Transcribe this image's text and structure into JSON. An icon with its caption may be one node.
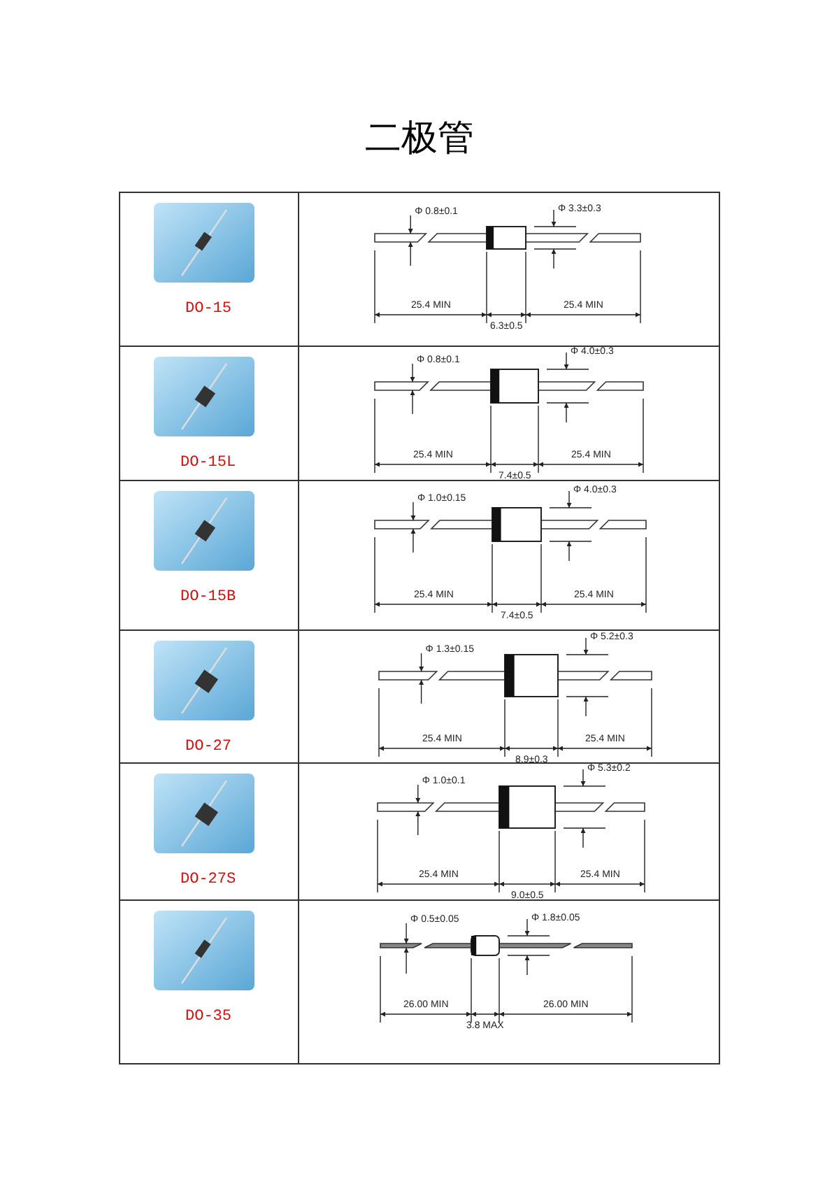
{
  "diagram": {
    "title": "二极管",
    "labels": [
      "DO-15",
      "Φ 0.8±0.1",
      "Φ 3.3±0.3",
      "25.4 MIN",
      "25.4 MIN",
      "6.3±0.5",
      "DO-15L",
      "Φ 0.8±0.1",
      "Φ 4.0±0.3",
      "25.4 MIN",
      "25.4 MIN",
      "7.4±0.5",
      "DO-15B",
      "Φ 1.0±0.15",
      "Φ 4.0±0.3",
      "25.4 MIN",
      "25.4 MIN",
      "7.4±0.5",
      "DO-27",
      "Φ 1.3±0.15",
      "Φ 5.2±0.3",
      "25.4 MIN",
      "25.4 MIN",
      "8.9±0.3",
      "DO-27S",
      "Φ 1.0±0.1",
      "Φ 5.3±0.2",
      "25.4 MIN",
      "25.4 MIN",
      "9.0±0.5",
      "DO-35",
      "Φ 0.5±0.05",
      "Φ 1.8±0.05",
      "26.00 MIN",
      "26.00 MIN",
      "3.8 MAX"
    ]
  }
}
